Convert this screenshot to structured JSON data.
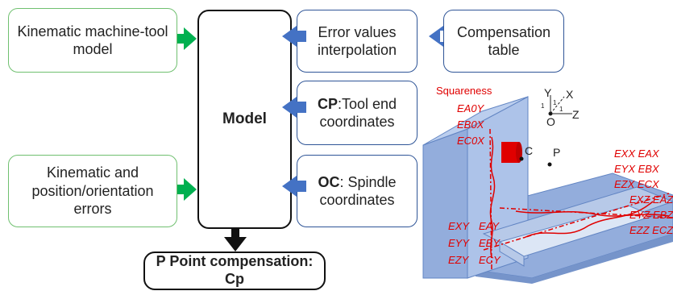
{
  "blocks": {
    "kinematic_model": "Kinematic machine-tool model",
    "kinematic_errors": "Kinematic and position/orientation errors",
    "model": "Model",
    "error_interp": "Error values interpolation",
    "comp_table": "Compensation table",
    "cp_bold": "CP",
    "cp_rest": ":Tool end coordinates",
    "oc_bold": "OC",
    "oc_rest": ": Spindle coordinates",
    "result": "P Point compensation: Cp"
  },
  "machine_labels": {
    "squareness": "Squareness",
    "sq1": "EA0Y",
    "sq2": "EB0X",
    "sq3": "EC0X",
    "point_c": "C",
    "point_p": "P",
    "col_left_1": "EXY",
    "col_right_1": "EAY",
    "col_left_2": "EYY",
    "col_right_2": "EBY",
    "col_left_3": "EZY",
    "col_right_3": "ECY",
    "x_err_1": "EXX EAX",
    "x_err_2": "EYX EBX",
    "x_err_3": "EZX ECX",
    "z_err_1": "EXZ EAZ",
    "z_err_2": "EYZ EBZ",
    "z_err_3": "EZZ ECZ"
  },
  "axes": {
    "y": "Y",
    "x": "X",
    "o": "O",
    "z": "Z",
    "one": "1"
  },
  "colors": {
    "green_arrow": "#00b050",
    "blue_arrow": "#4472c4",
    "error_red": "#e00000",
    "machine_blue": "#8ea9db"
  }
}
